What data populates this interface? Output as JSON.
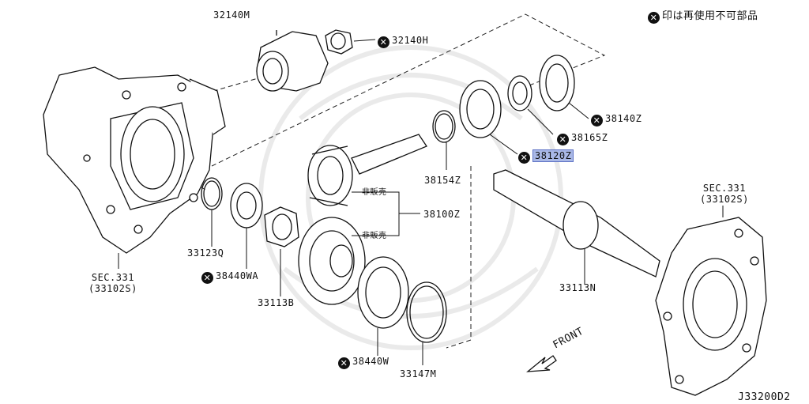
{
  "legend": {
    "symbol": "✕",
    "text": "印は再使用不可部品"
  },
  "diagram_code": "J33200D2",
  "front_label": "FRONT",
  "parts": {
    "p32140M": "32140M",
    "p32140H": "32140H",
    "p38140Z": "38140Z",
    "p38165Z": "38165Z",
    "p38120Z": "38120Z",
    "p38154Z": "38154Z",
    "p38100Z": "38100Z",
    "hanbai1": "非販売",
    "hanbai2": "非販売",
    "p33123Q": "33123Q",
    "p38440WA": "38440WA",
    "p33113B": "33113B",
    "p38440W": "38440W",
    "p33147M": "33147M",
    "p33113N": "33113N",
    "sec_left_1": "SEC.331",
    "sec_left_2": "(33102S)",
    "sec_right_1": "SEC.331",
    "sec_right_2": "(33102S)"
  },
  "non_reusable_symbol": "✕",
  "highlight_color": "#a9b8e6"
}
